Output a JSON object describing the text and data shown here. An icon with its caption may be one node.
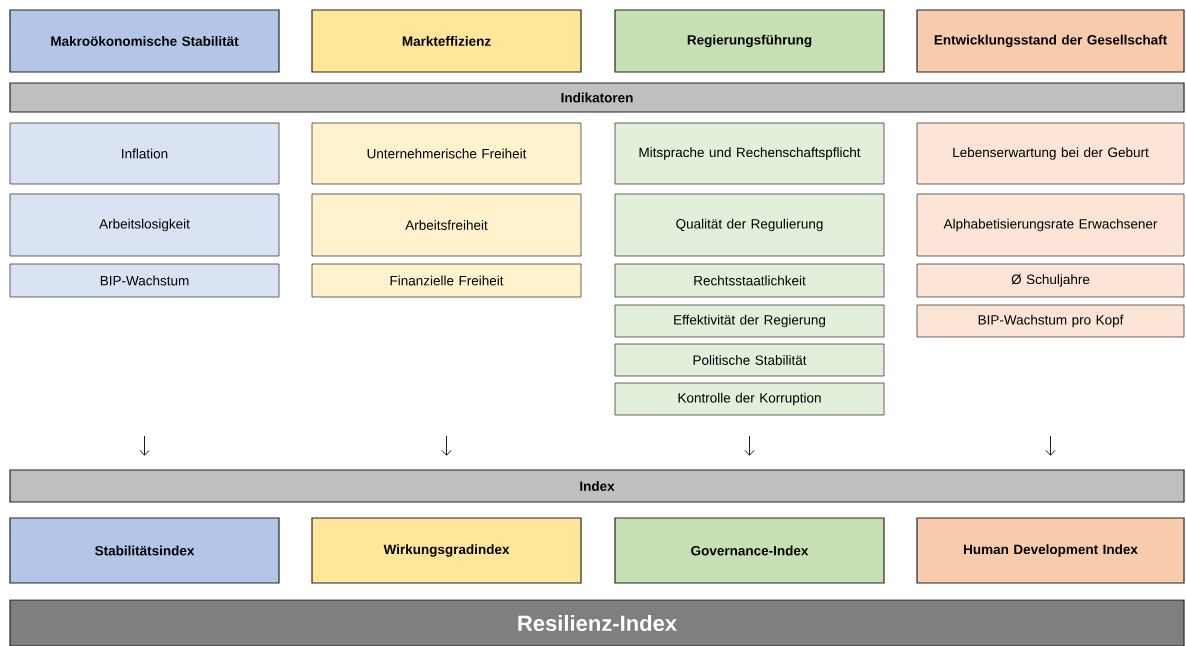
{
  "diagram": {
    "nodes": [
      {
        "text": [
          "Makroökonomische Stabilität"
        ]
      },
      {
        "text": [
          "Markteffizienz"
        ]
      },
      {
        "text": [
          "Regierungsführung"
        ]
      },
      {
        "text": [
          "Entwicklungsstand der Gesellschaft"
        ]
      },
      {
        "text": [
          "Indikatoren"
        ]
      },
      {
        "text": [
          "Inflation"
        ]
      },
      {
        "text": [
          "Unternehmerische Freiheit"
        ]
      },
      {
        "text": [
          "Mitsprache und Rechenschaftspflicht"
        ]
      },
      {
        "text": [
          "Lebenserwartung bei der Geburt"
        ]
      },
      {
        "text": [
          "Arbeitslosigkeit"
        ]
      },
      {
        "text": [
          "Arbeitsfreiheit"
        ]
      },
      {
        "text": [
          "Qualität der Regulierung"
        ]
      },
      {
        "text": [
          "Alphabetisierungsrate Erwachsener"
        ]
      },
      {
        "text": [
          "BIP-Wachstum"
        ]
      },
      {
        "text": [
          "Finanzielle Freiheit"
        ]
      },
      {
        "text": [
          "Rechtsstaatlichkeit"
        ]
      },
      {
        "text": [
          "Ø Schuljahre"
        ]
      },
      {
        "text": [
          "Effektivität der Regierung"
        ]
      },
      {
        "text": [
          "BIP-Wachstum pro Kopf"
        ]
      },
      {
        "text": [
          "Politische Stabilität"
        ]
      },
      {
        "text": [
          "Kontrolle der Korruption"
        ]
      },
      {
        "text": [
          "Index"
        ]
      },
      {
        "text": [
          "Stabilitätsindex"
        ]
      },
      {
        "text": [
          "Wirkungsgradindex"
        ]
      },
      {
        "text": [
          "Governance-Index"
        ]
      },
      {
        "text": [
          "Human Development Index"
        ]
      },
      {
        "text": [
          "Resilienz-Index"
        ]
      }
    ]
  }
}
